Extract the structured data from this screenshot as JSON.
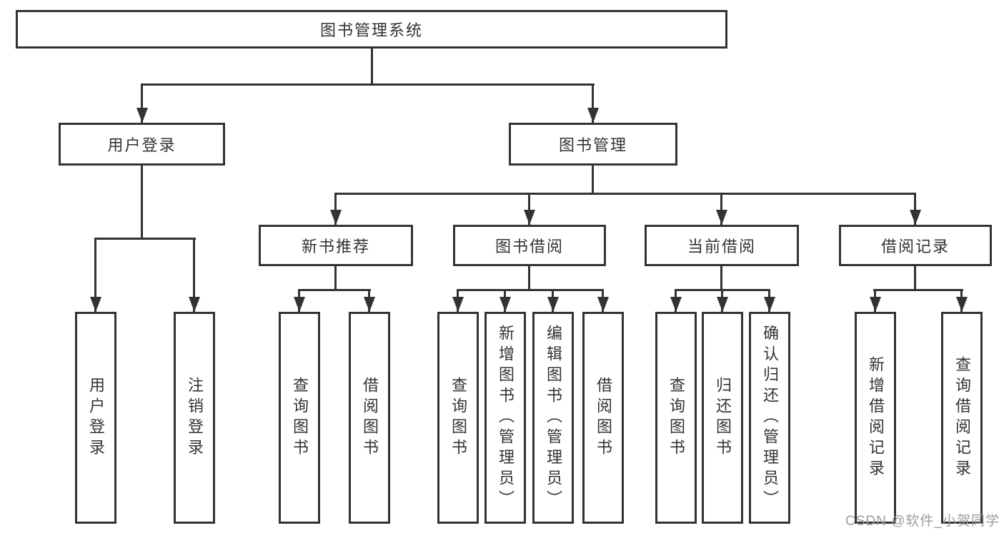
{
  "diagram": {
    "root": {
      "label": "图书管理系统"
    },
    "level2": [
      {
        "label": "用户登录"
      },
      {
        "label": "图书管理"
      }
    ],
    "level3": [
      {
        "label": "新书推荐"
      },
      {
        "label": "图书借阅"
      },
      {
        "label": "当前借阅"
      },
      {
        "label": "借阅记录"
      }
    ],
    "leaves": [
      {
        "label": "用户登录"
      },
      {
        "label": "注销登录"
      },
      {
        "label": "查询图书"
      },
      {
        "label": "借阅图书"
      },
      {
        "label": "查询图书"
      },
      {
        "label": "新增图书（管理员）"
      },
      {
        "label": "编辑图书（管理员）"
      },
      {
        "label": "借阅图书"
      },
      {
        "label": "查询图书"
      },
      {
        "label": "归还图书"
      },
      {
        "label": "确认归还（管理员）"
      },
      {
        "label": "新增借阅记录"
      },
      {
        "label": "查询借阅记录"
      }
    ]
  },
  "watermark": {
    "text": "CSDN @软件_小贺同学"
  },
  "colors": {
    "line": "#333333",
    "text": "#333333",
    "background": "#ffffff",
    "watermark": "#9c9c9c"
  }
}
